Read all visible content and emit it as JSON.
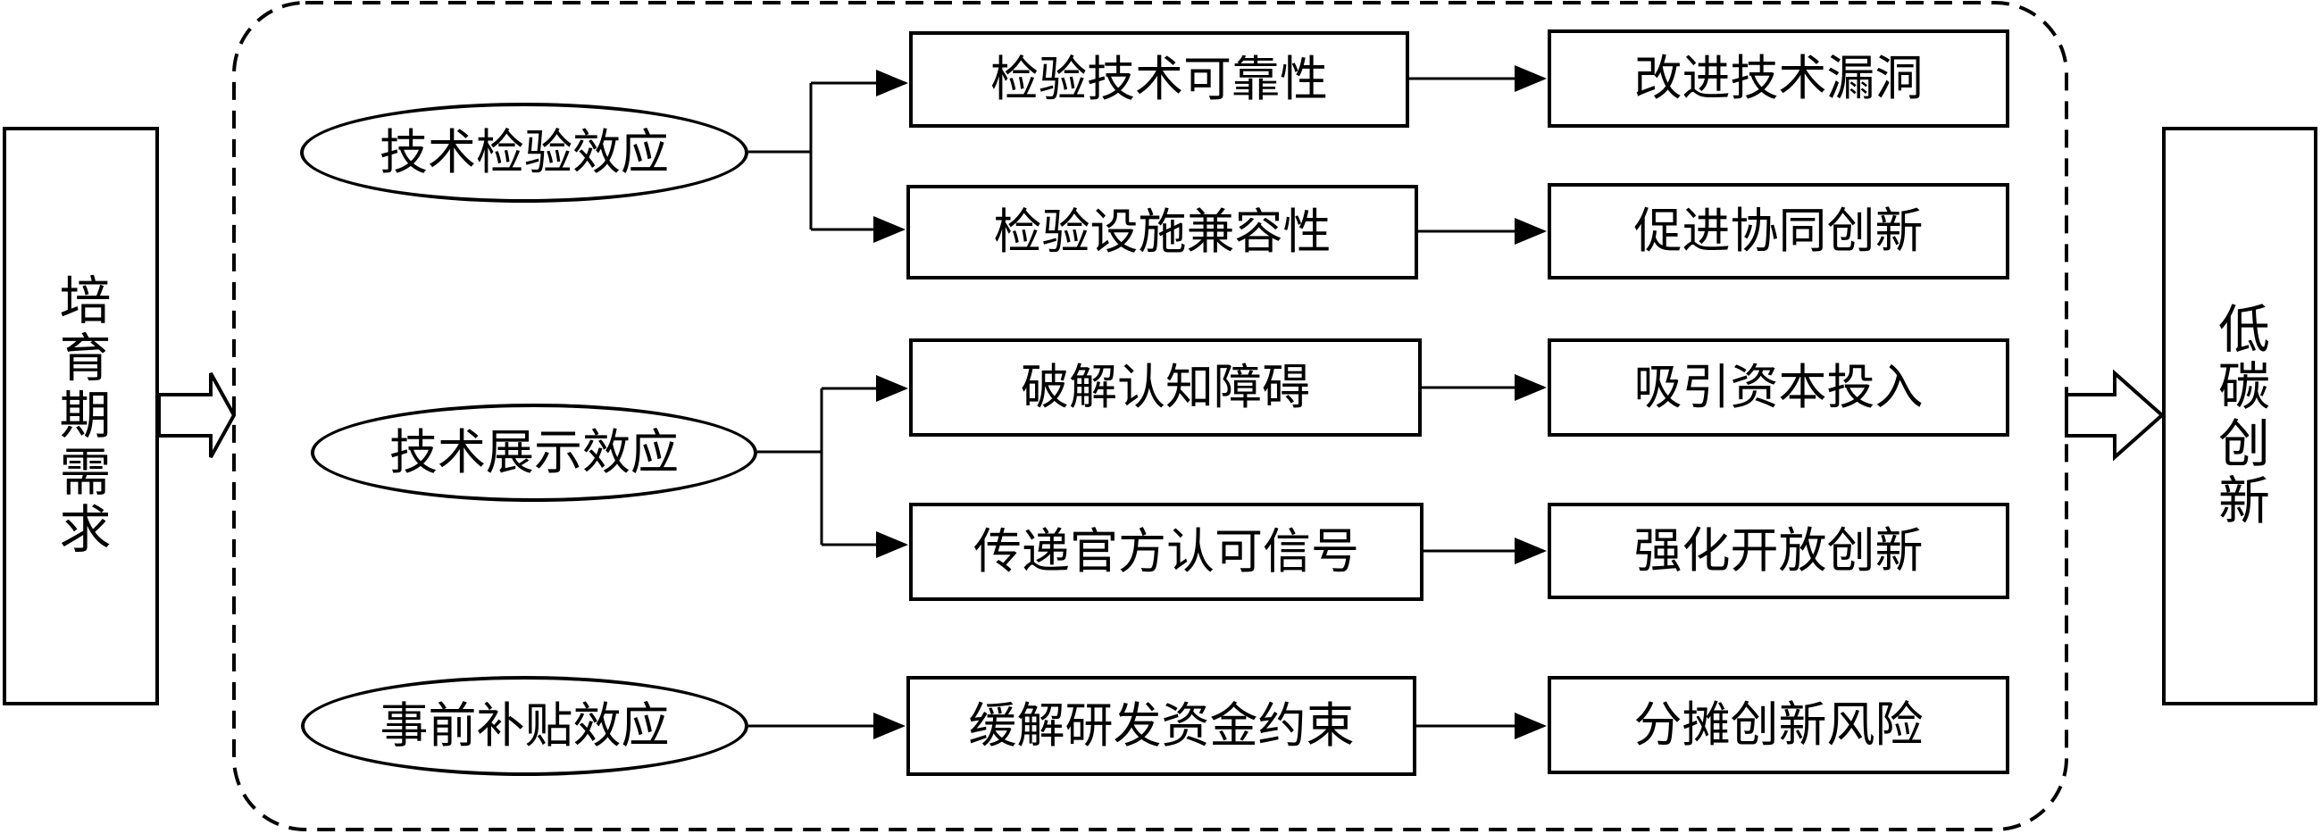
{
  "diagram": {
    "left_box": "培育期需求",
    "right_box": "低碳创新",
    "effects": [
      {
        "label": "技术检验效应",
        "mechanisms": [
          {
            "label": "检验技术可靠性",
            "outcome": "改进技术漏洞"
          },
          {
            "label": "检验设施兼容性",
            "outcome": "促进协同创新"
          }
        ]
      },
      {
        "label": "技术展示效应",
        "mechanisms": [
          {
            "label": "破解认知障碍",
            "outcome": "吸引资本投入"
          },
          {
            "label": "传递官方认可信号",
            "outcome": "强化开放创新"
          }
        ]
      },
      {
        "label": "事前补贴效应",
        "mechanisms": [
          {
            "label": "缓解研发资金约束",
            "outcome": "分摊创新风险"
          }
        ]
      }
    ]
  }
}
